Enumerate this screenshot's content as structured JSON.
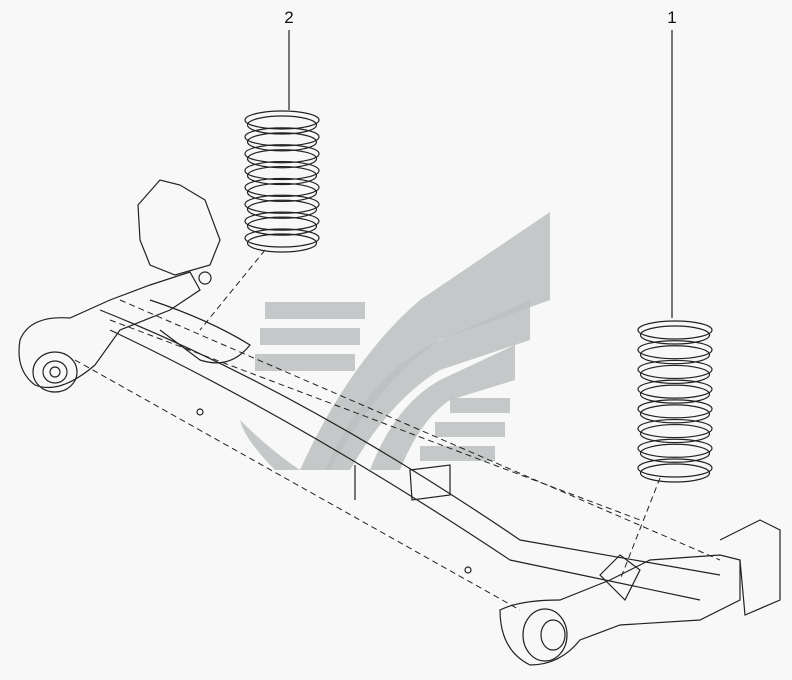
{
  "diagram": {
    "callouts": [
      {
        "number": "1",
        "part": "spring-right"
      },
      {
        "number": "2",
        "part": "spring-left"
      }
    ],
    "colors": {
      "line": "#222222",
      "watermark": "#bcc0c0",
      "background": "#f8f8f8"
    }
  }
}
